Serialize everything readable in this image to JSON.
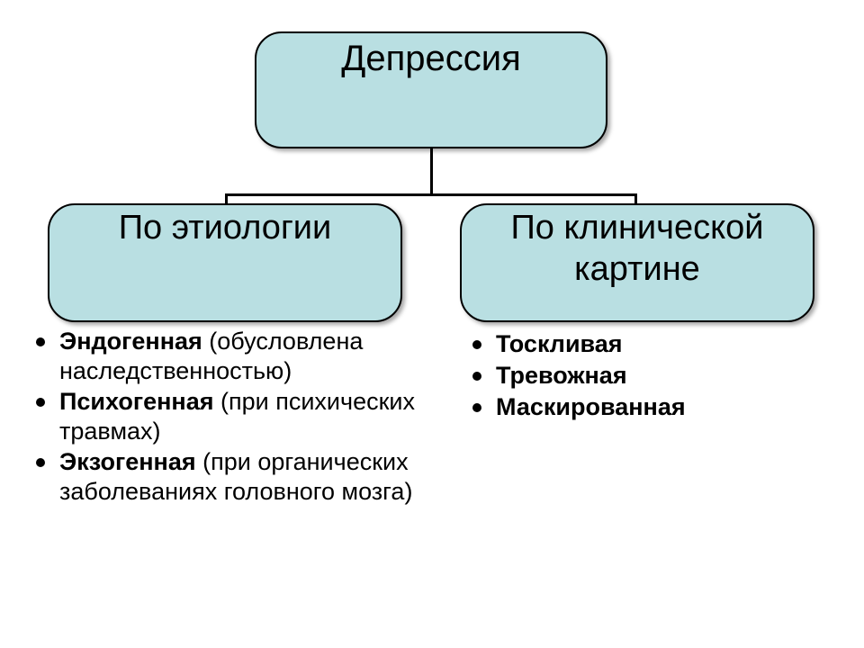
{
  "diagram": {
    "root": {
      "label": "Депрессия"
    },
    "branches": [
      {
        "label": "По этиологии",
        "items": [
          {
            "term": "Эндогенная",
            "note": " (обусловлена наследственностью)"
          },
          {
            "term": "Психогенная",
            "note": " (при психических травмах)"
          },
          {
            "term": "Экзогенная",
            "note": " (при органических заболеваниях головного мозга)"
          }
        ]
      },
      {
        "label": "По клинической картине",
        "items": [
          {
            "term": "Тоскливая",
            "note": ""
          },
          {
            "term": "Тревожная",
            "note": ""
          },
          {
            "term": "Маскированная",
            "note": ""
          }
        ]
      }
    ],
    "colors": {
      "node_fill": "#b9dfe2",
      "node_border": "#000000",
      "connector": "#000000",
      "text": "#000000"
    }
  }
}
